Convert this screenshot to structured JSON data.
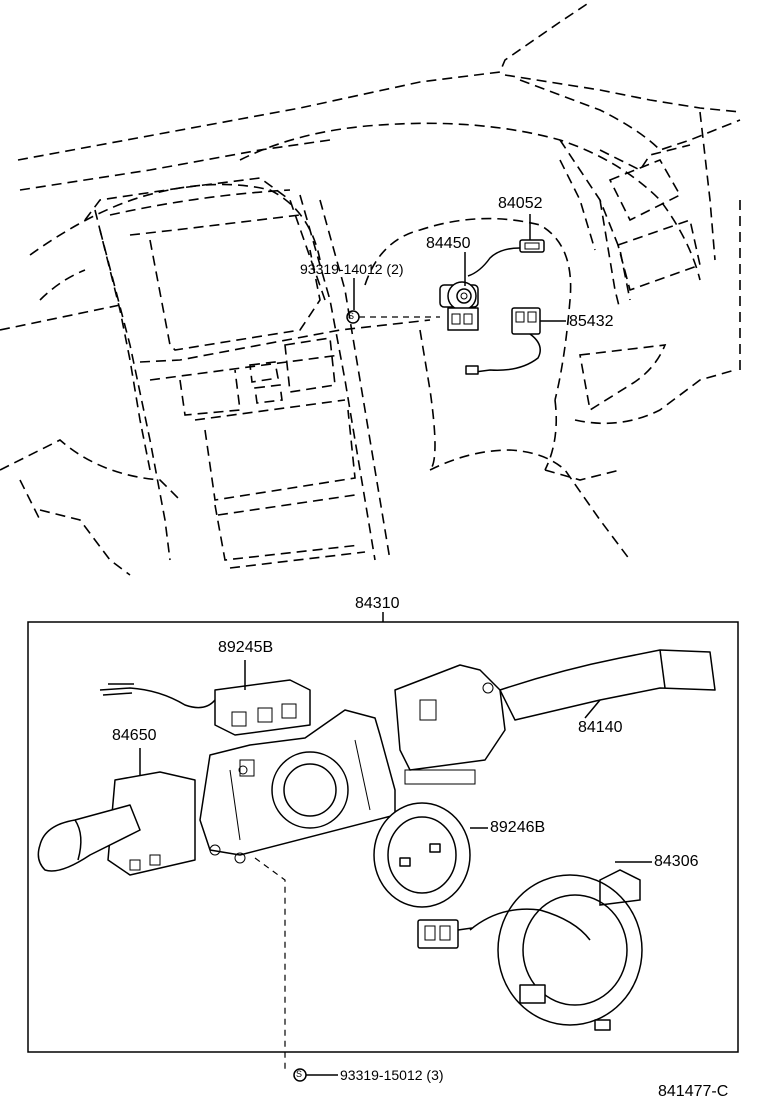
{
  "diagram": {
    "upper_labels": {
      "switch_part": "84052",
      "ignition_switch_part": "84450",
      "screw_spec_upper": "93319-14012 (2)",
      "screw_symbol_upper": "S",
      "connector_part": "85432"
    },
    "assembly_label": "84310",
    "lower_labels": {
      "wiring_part": "89245B",
      "light_switch_part": "84650",
      "wiper_switch_part": "84140",
      "ring_part": "89246B",
      "spiral_cable_part": "84306",
      "screw_spec_lower": "93319-15012 (3)",
      "screw_symbol_lower": "S"
    },
    "figure_id": "841477-C"
  }
}
